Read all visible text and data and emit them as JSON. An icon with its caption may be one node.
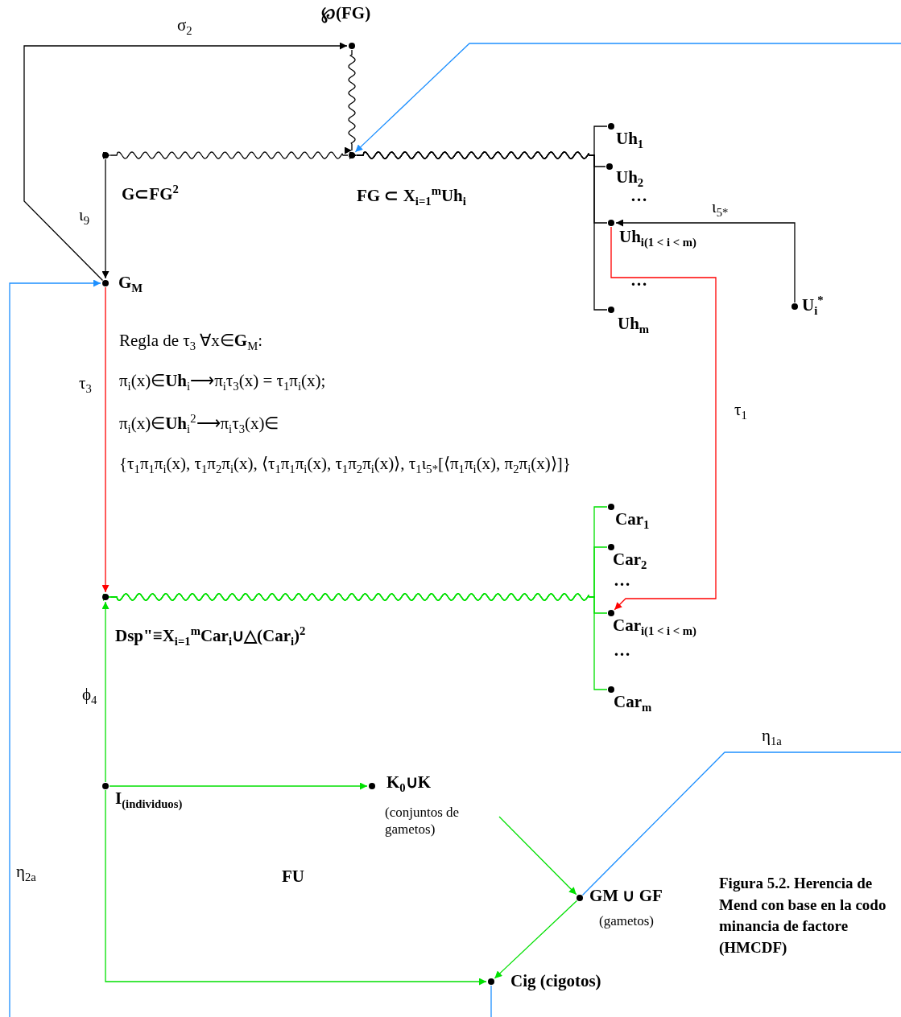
{
  "diagram": {
    "caption": "**Figura 5.2.** Herencia de Mend con base en la codo minancia de factore (HMCDF)",
    "nodes": [
      {
        "text": [
          "℘(FG)"
        ]
      },
      {
        "text": [
          "FG ⊂ X$_{i=1}$$^{m}$Uh$_{i}$"
        ]
      },
      {
        "text": [
          "G⊂FG$^{2}$"
        ]
      },
      {
        "text": [
          "G$_{M}$"
        ]
      },
      {
        "text": [
          "Uh$_{1}$"
        ]
      },
      {
        "text": [
          "Uh$_{2}$"
        ]
      },
      {
        "text": [
          "Uh$_{i(1 < i < m)}$"
        ]
      },
      {
        "text": [
          "Uh$_{m}$"
        ]
      },
      {
        "text": [
          "U$_{i}$$^{*}$"
        ]
      },
      {
        "text": [
          "**Dsp\"**≡X$_{i=1}$$^{m}$Car$_{i}$∪△(Car$_{i}$)$^{2}$"
        ]
      },
      {
        "text": [
          "Car$_{1}$"
        ]
      },
      {
        "text": [
          "Car$_{2}$"
        ]
      },
      {
        "text": [
          "Car$_{i(1 < i < m)}$"
        ]
      },
      {
        "text": [
          "Car$_{m}$"
        ]
      },
      {
        "text": [
          "**I**$_{(individuos)}$"
        ]
      },
      {
        "text": [
          "K$_{0}$∪K",
          "(conjuntos de gametos)"
        ]
      },
      {
        "text": [
          "GM ∪ GF",
          "(gametos)"
        ]
      },
      {
        "text": [
          "**Cig** (cigotos)"
        ]
      }
    ],
    "edges": [
      {
        "from": 3,
        "to": 0,
        "arrow": "to",
        "label": "σ$_{2}$"
      },
      {
        "from": 0,
        "to": 1,
        "arrow": "to"
      },
      {
        "from": 1,
        "to": 2,
        "arrow": "to"
      },
      {
        "from": 4,
        "to": 1,
        "arrow": "to"
      },
      {
        "from": 5,
        "to": 1,
        "arrow": "to"
      },
      {
        "from": 6,
        "to": 1,
        "arrow": "to"
      },
      {
        "from": 7,
        "to": 1,
        "arrow": "to"
      },
      {
        "from": 2,
        "to": 3,
        "arrow": "to",
        "label": "ι$_{9}$"
      },
      {
        "from": null,
        "to": 1,
        "arrow": "to",
        "color": "#1e90ff"
      },
      {
        "from": null,
        "to": 3,
        "arrow": "to",
        "label": "η$_{2a}$",
        "color": "#1e90ff"
      },
      {
        "from": 8,
        "to": 6,
        "arrow": "to",
        "label": "ι$_{5*}$"
      },
      {
        "from": 6,
        "to": 12,
        "arrow": "to",
        "label": "τ$_{1}$",
        "color": "#ff0000"
      },
      {
        "from": 3,
        "to": 9,
        "arrow": "to",
        "label": "τ$_{3}$",
        "color": "#ff0000"
      },
      {
        "from": 10,
        "to": 9,
        "arrow": "to",
        "color": "#00e000"
      },
      {
        "from": 11,
        "to": 9,
        "arrow": "to",
        "color": "#00e000"
      },
      {
        "from": 12,
        "to": 9,
        "arrow": "to",
        "color": "#00e000"
      },
      {
        "from": 13,
        "to": 9,
        "arrow": "to",
        "color": "#00e000"
      },
      {
        "from": 14,
        "to": 9,
        "arrow": "to",
        "label": "ϕ$_{4}$",
        "color": "#00e000"
      },
      {
        "from": 14,
        "to": 15,
        "arrow": "to",
        "color": "#00e000"
      },
      {
        "from": 15,
        "to": 16,
        "arrow": "to",
        "color": "#00e000"
      },
      {
        "from": 16,
        "to": 17,
        "arrow": "to",
        "color": "#00e000"
      },
      {
        "from": 14,
        "to": 17,
        "arrow": "to",
        "color": "#00e000"
      },
      {
        "from": 16,
        "to": null,
        "arrow": "none",
        "label": "η$_{1a}$",
        "color": "#1e90ff"
      },
      {
        "from": 17,
        "to": null,
        "arrow": "none",
        "color": "#1e90ff"
      }
    ],
    "labels": [
      "…",
      "…",
      "Regla de τ$_{3}$ ∀x∈**G**$_{M}$:",
      "π$_{i}$(x)∈**Uh**$_{i}$⟶π$_{i}$τ$_{3}$(x) = τ$_{1}$π$_{i}$(x);",
      "π$_{i}$(x)∈**Uh**$_{i}$$^{2}$⟶π$_{i}$τ$_{3}$(x)∈",
      "{τ$_{1}$π$_{1}$π$_{i}$(x), τ$_{1}$π$_{2}$π$_{i}$(x), ⟨τ$_{1}$π$_{1}$π$_{i}$(x), τ$_{1}$π$_{2}$π$_{i}$(x)⟩, τ$_{1}$ι$_{5*}$[⟨π$_{1}$π$_{i}$(x), π$_{2}$π$_{i}$(x)⟩]}",
      "…",
      "…",
      "FU"
    ]
  }
}
